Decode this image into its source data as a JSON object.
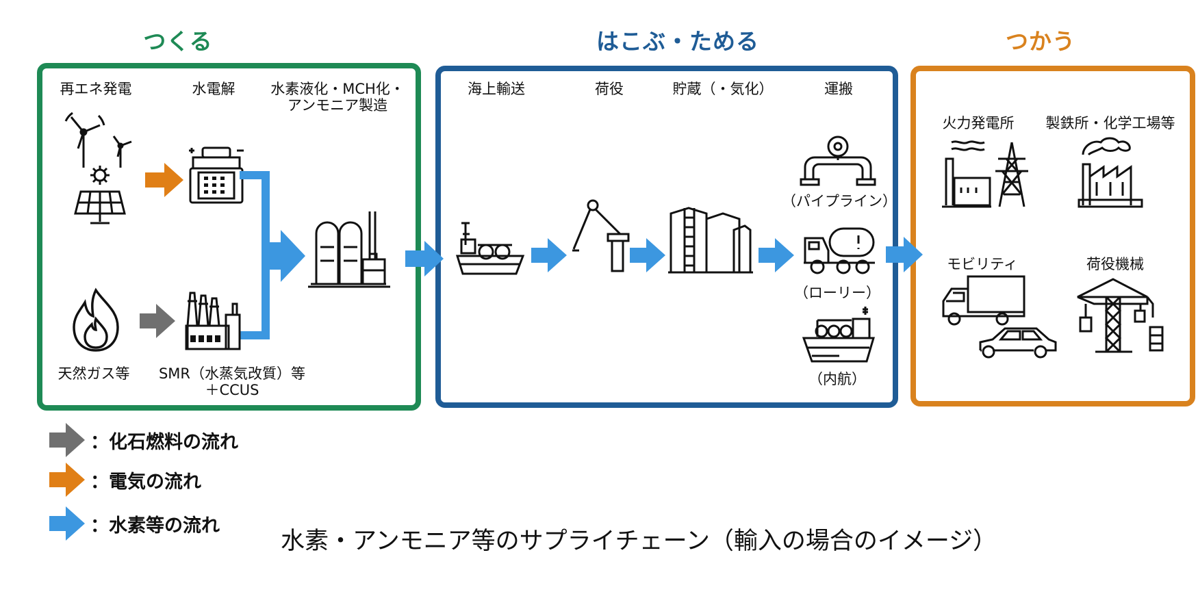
{
  "colors": {
    "make": "#1e8a55",
    "transport": "#1f5c96",
    "use": "#d9821e",
    "arrow_blue": "#3c97e0",
    "arrow_orange": "#e07f16",
    "arrow_gray": "#707070"
  },
  "sections": {
    "make": {
      "title": "つくる",
      "labels": {
        "renewable": "再エネ発電",
        "electrolysis": "水電解",
        "liquefaction_line1": "水素液化・MCH化・",
        "liquefaction_line2": "アンモニア製造",
        "natural_gas": "天然ガス等",
        "smr_line1": "SMR（水蒸気改質）等",
        "smr_line2": "＋CCUS"
      }
    },
    "transport": {
      "title": "はこぶ・ためる",
      "labels": {
        "shipping": "海上輸送",
        "cargo_handling": "荷役",
        "storage": "貯蔵（・気化）",
        "delivery": "運搬",
        "pipeline": "（パイプライン）",
        "lorry": "（ローリー）",
        "coastal": "（内航）"
      }
    },
    "use": {
      "title": "つかう",
      "labels": {
        "power_plant": "火力発電所",
        "steel_chemical": "製鉄所・化学工場等",
        "mobility": "モビリティ",
        "cargo_machinery": "荷役機械"
      }
    }
  },
  "legend": [
    {
      "text": "：化石燃料の流れ",
      "color": "#707070"
    },
    {
      "text": "：電気の流れ",
      "color": "#e07f16"
    },
    {
      "text": "：水素等の流れ",
      "color": "#3c97e0"
    }
  ],
  "icons": [
    "wind-turbine-icon",
    "solar-panel-icon",
    "electrolyzer-icon",
    "flame-icon",
    "gas-plant-icon",
    "hydrogen-plant-icon",
    "ship-icon",
    "loading-arm-icon",
    "storage-tank-icon",
    "pipeline-icon",
    "tank-lorry-icon",
    "coastal-tanker-icon",
    "power-plant-icon",
    "factory-icon",
    "truck-icon",
    "car-icon",
    "crane-icon"
  ],
  "caption": "水素・アンモニア等のサプライチェーン（輸入の場合のイメージ）"
}
